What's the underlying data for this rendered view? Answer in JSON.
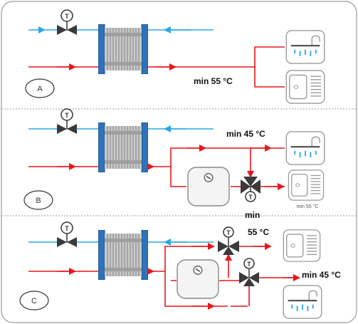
{
  "sections": [
    {
      "id": "A",
      "circle_label": "A",
      "temperature_labels": [
        "min 55 °C"
      ]
    },
    {
      "id": "B",
      "circle_label": "B",
      "temperature_labels": [
        "min 45 °C"
      ],
      "sink_caption": "min 55 °C"
    },
    {
      "id": "C",
      "circle_label": "C",
      "temperature_labels": [
        "min",
        "55 °C",
        "min 45 °C"
      ]
    }
  ],
  "valve_glyph": "T",
  "colors": {
    "hot": "#e8161b",
    "cold": "#2aa7e6",
    "exchanger_blue": "#2f72b8",
    "frame": "#8a8a8a",
    "valve": "#3a3a3a"
  },
  "icons": [
    "thermostatic-valve-icon",
    "plate-heat-exchanger-icon",
    "shower-icon",
    "sink-icon",
    "storage-tank-icon",
    "three-way-mixing-valve-icon"
  ]
}
